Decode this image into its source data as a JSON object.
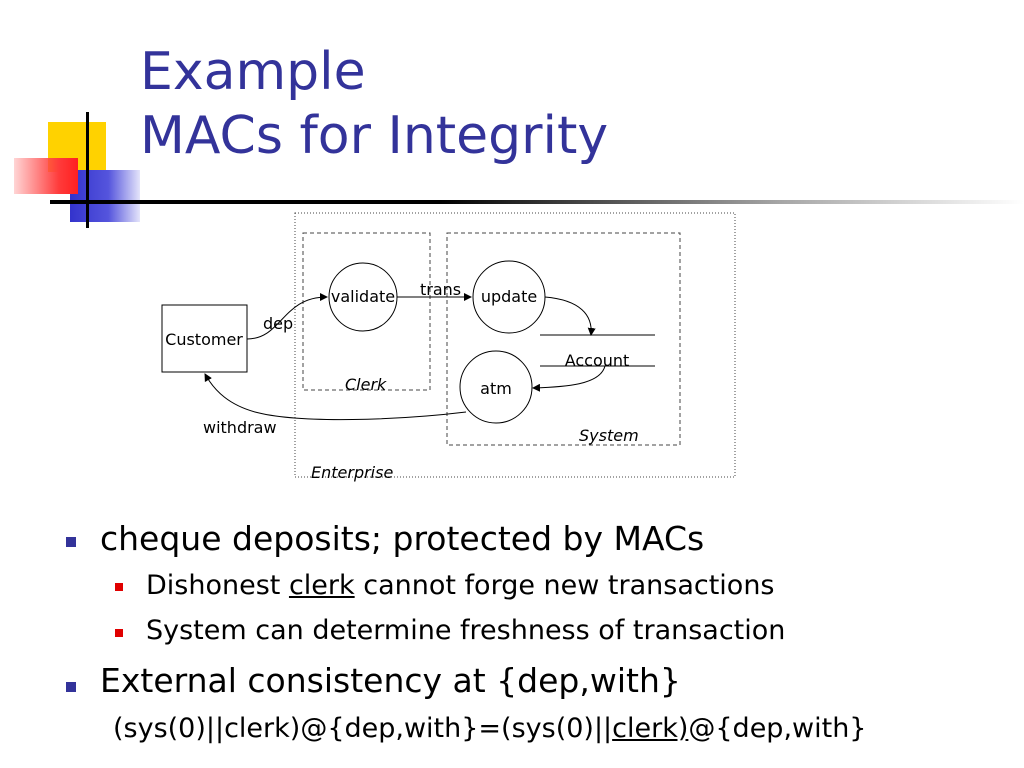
{
  "title": {
    "line1": "Example",
    "line2": "MACs for Integrity"
  },
  "diagram": {
    "customer": "Customer",
    "validate": "validate",
    "update": "update",
    "atm": "atm",
    "account": "Account",
    "clerk": "Clerk",
    "system": "System",
    "enterprise": "Enterprise",
    "dep": "dep",
    "trans": "trans",
    "withdraw": "withdraw"
  },
  "bullets": {
    "item1": "cheque deposits; protected by MACs",
    "sub1_pre": "Dishonest ",
    "sub1_link": "clerk",
    "sub1_post": " cannot forge new transactions",
    "sub2": "System can determine freshness of transaction",
    "item2": "External consistency at {dep,with}",
    "formula_pre": "(sys(0)||clerk)@{dep,with}=(sys(0)||",
    "formula_link": "clerk)",
    "formula_post": "@{dep,with}"
  },
  "colors": {
    "title": "#33339a",
    "bullet_primary": "#33339a",
    "bullet_secondary": "#e00000",
    "deco_yellow": "#ffd200",
    "deco_red": "#ff3b3b",
    "deco_blue": "#3333cc"
  }
}
